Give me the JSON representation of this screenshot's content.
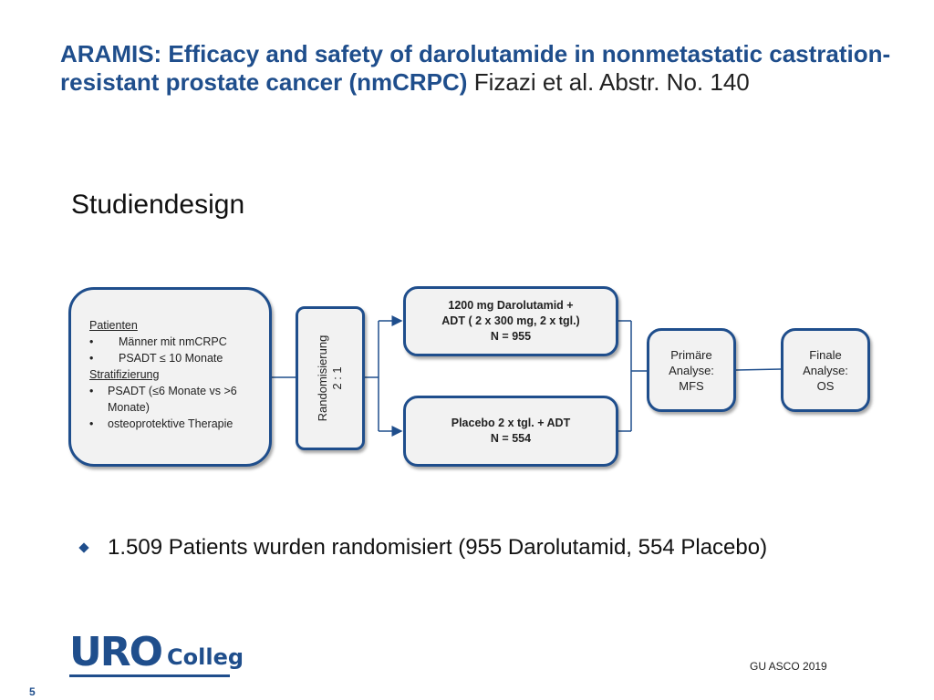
{
  "slide": {
    "title": "ARAMIS: Efficacy and safety of darolutamide in nonmetastatic castration-resistant prostate cancer (nmCRPC)",
    "citation": "Fizazi et al. Abstr. No. 140",
    "section_heading": "Studiendesign",
    "page_number": "5"
  },
  "diagram": {
    "patients": {
      "heading": "Patienten",
      "items": [
        "Männer mit nmCRPC",
        "PSADT ≤ 10 Monate"
      ],
      "stratification_heading": "Stratifizierung",
      "stratification_items": [
        "PSADT (≤6 Monate vs >6 Monate)",
        "osteoprotektive Therapie"
      ]
    },
    "randomization": {
      "label": "Randomisierung",
      "ratio": "2 : 1"
    },
    "arm_darolutamide": {
      "line1": "1200 mg Darolutamid +",
      "line2": "ADT ( 2 x 300 mg, 2 x tgl.)",
      "line3": "N = 955"
    },
    "arm_placebo": {
      "line1": "Placebo  2 x tgl. + ADT",
      "line2": "N = 554"
    },
    "primary_analysis": {
      "line1": "Primäre",
      "line2": "Analyse:",
      "line3": "MFS"
    },
    "final_analysis": {
      "line1": "Finale",
      "line2": "Analyse:",
      "line3": "OS"
    }
  },
  "summary_bullet": "1.509 Patients wurden randomisiert (955 Darolutamid, 554 Placebo)",
  "footer": {
    "logo_uro": "URO",
    "logo_colleg": "Colleg",
    "conference": "GU ASCO 2019"
  },
  "colors": {
    "accent": "#1f4e8c",
    "box_fill": "#f2f2f2"
  }
}
